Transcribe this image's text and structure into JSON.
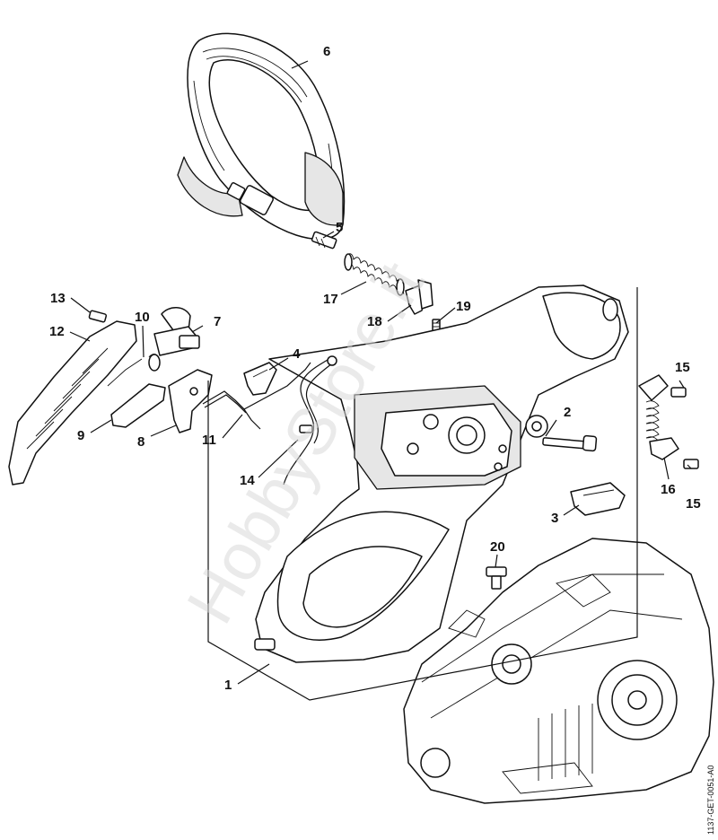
{
  "diagram": {
    "watermark": "HobbyStore.it",
    "drawing_code": "1137-GET-0051-A0",
    "callouts": [
      {
        "id": "1",
        "label": "1"
      },
      {
        "id": "2",
        "label": "2"
      },
      {
        "id": "3",
        "label": "3"
      },
      {
        "id": "4",
        "label": "4"
      },
      {
        "id": "5",
        "label": "5"
      },
      {
        "id": "6",
        "label": "6"
      },
      {
        "id": "7",
        "label": "7"
      },
      {
        "id": "8",
        "label": "8"
      },
      {
        "id": "9",
        "label": "9"
      },
      {
        "id": "10",
        "label": "10"
      },
      {
        "id": "11",
        "label": "11"
      },
      {
        "id": "12",
        "label": "12"
      },
      {
        "id": "13",
        "label": "13"
      },
      {
        "id": "14",
        "label": "14"
      },
      {
        "id": "15a",
        "label": "15"
      },
      {
        "id": "15b",
        "label": "15"
      },
      {
        "id": "16",
        "label": "16"
      },
      {
        "id": "17",
        "label": "17"
      },
      {
        "id": "18",
        "label": "18"
      },
      {
        "id": "19",
        "label": "19"
      },
      {
        "id": "20",
        "label": "20"
      }
    ]
  }
}
